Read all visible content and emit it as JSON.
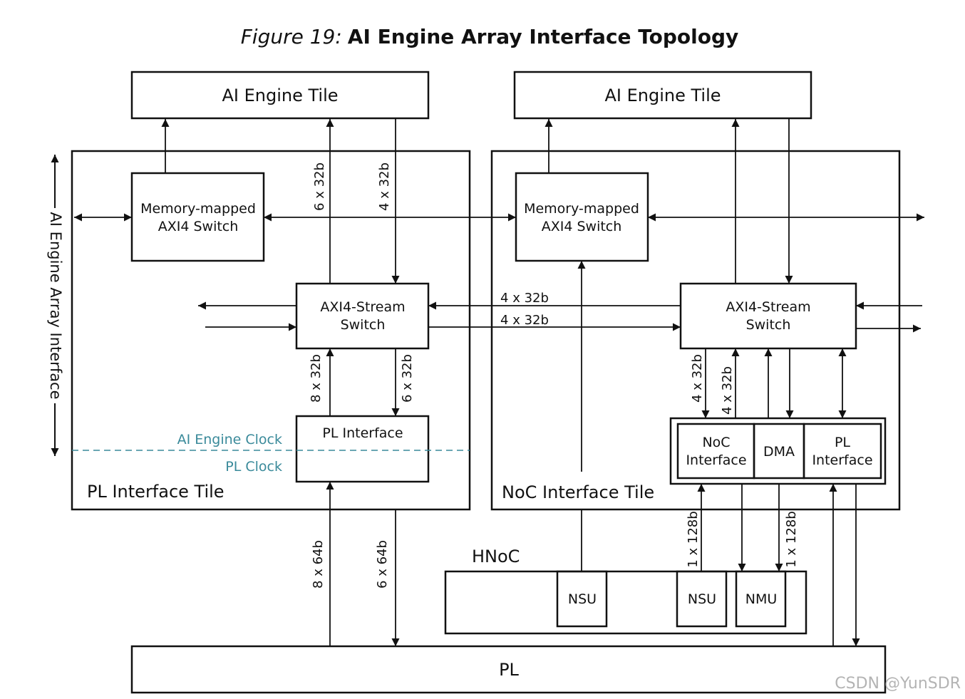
{
  "title": {
    "prefix": "Figure 19:",
    "main": "AI Engine Array Interface Topology"
  },
  "side_label": "AI Engine Array Interface",
  "blocks": {
    "ai_engine_tile": "AI Engine Tile",
    "mm_switch": [
      "Memory-mapped",
      "AXI4 Switch"
    ],
    "stream_switch": [
      "AXI4-Stream",
      "Switch"
    ],
    "pl_interface": "PL Interface",
    "pl_interface_2line": [
      "PL",
      "Interface"
    ],
    "noc_interface": [
      "NoC",
      "Interface"
    ],
    "dma": "DMA",
    "pl_interface_tile": "PL Interface Tile",
    "noc_interface_tile": "NoC Interface Tile",
    "hnoc": "HNoC",
    "nsu": "NSU",
    "nmu": "NMU",
    "pl": "PL"
  },
  "clock_labels": {
    "ai_engine_clock": "AI Engine Clock",
    "pl_clock": "PL Clock"
  },
  "bus_labels": {
    "b6x32": "6 x 32b",
    "b4x32": "4 x 32b",
    "b8x32": "8 x 32b",
    "b8x64": "8 x 64b",
    "b6x64": "6 x 64b",
    "b1x128": "1 x 128b"
  },
  "colors": {
    "clock_line": "#3a8a9a",
    "stroke": "#111111"
  },
  "watermark": "CSDN @YunSDR"
}
